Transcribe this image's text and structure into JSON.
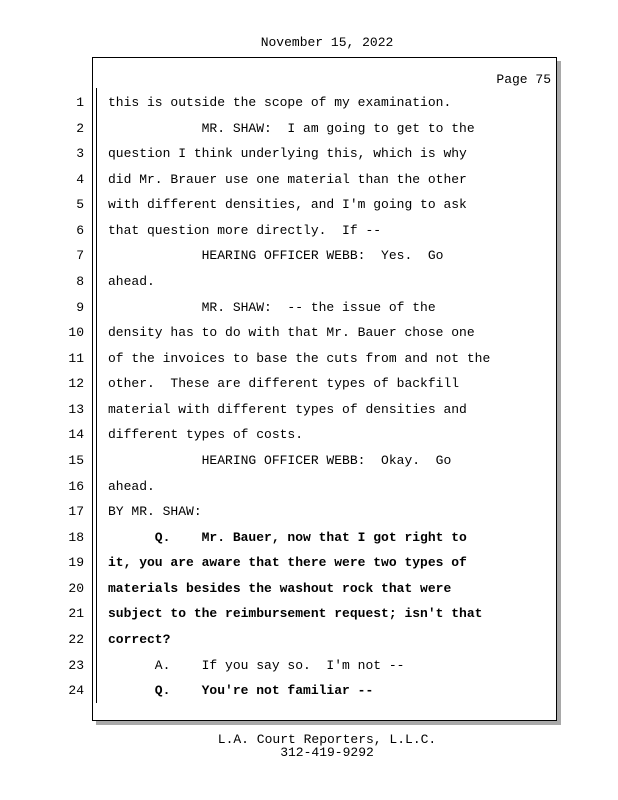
{
  "header": {
    "date": "November 15, 2022"
  },
  "page": {
    "label": "Page 75"
  },
  "lines": [
    {
      "n": "1",
      "text": "this is outside the scope of my examination.",
      "bold": false
    },
    {
      "n": "2",
      "text": "            MR. SHAW:  I am going to get to the",
      "bold": false
    },
    {
      "n": "3",
      "text": "question I think underlying this, which is why",
      "bold": false
    },
    {
      "n": "4",
      "text": "did Mr. Brauer use one material than the other",
      "bold": false
    },
    {
      "n": "5",
      "text": "with different densities, and I'm going to ask",
      "bold": false
    },
    {
      "n": "6",
      "text": "that question more directly.  If --",
      "bold": false
    },
    {
      "n": "7",
      "text": "            HEARING OFFICER WEBB:  Yes.  Go",
      "bold": false
    },
    {
      "n": "8",
      "text": "ahead.",
      "bold": false
    },
    {
      "n": "9",
      "text": "            MR. SHAW:  -- the issue of the",
      "bold": false
    },
    {
      "n": "10",
      "text": "density has to do with that Mr. Bauer chose one",
      "bold": false
    },
    {
      "n": "11",
      "text": "of the invoices to base the cuts from and not the",
      "bold": false
    },
    {
      "n": "12",
      "text": "other.  These are different types of backfill",
      "bold": false
    },
    {
      "n": "13",
      "text": "material with different types of densities and",
      "bold": false
    },
    {
      "n": "14",
      "text": "different types of costs.",
      "bold": false
    },
    {
      "n": "15",
      "text": "            HEARING OFFICER WEBB:  Okay.  Go",
      "bold": false
    },
    {
      "n": "16",
      "text": "ahead.",
      "bold": false
    },
    {
      "n": "17",
      "text": "BY MR. SHAW:",
      "bold": false
    },
    {
      "n": "18",
      "text": "      Q.    Mr. Bauer, now that I got right to",
      "bold": true
    },
    {
      "n": "19",
      "text": "it, you are aware that there were two types of",
      "bold": true
    },
    {
      "n": "20",
      "text": "materials besides the washout rock that were",
      "bold": true
    },
    {
      "n": "21",
      "text": "subject to the reimbursement request; isn't that",
      "bold": true
    },
    {
      "n": "22",
      "text": "correct?",
      "bold": true
    },
    {
      "n": "23",
      "text": "      A.    If you say so.  I'm not --",
      "bold": false
    },
    {
      "n": "24",
      "text": "      Q.    You're not familiar --",
      "bold": true
    }
  ],
  "footer": {
    "company": "L.A. Court Reporters, L.L.C.",
    "phone": "312-419-9292"
  }
}
